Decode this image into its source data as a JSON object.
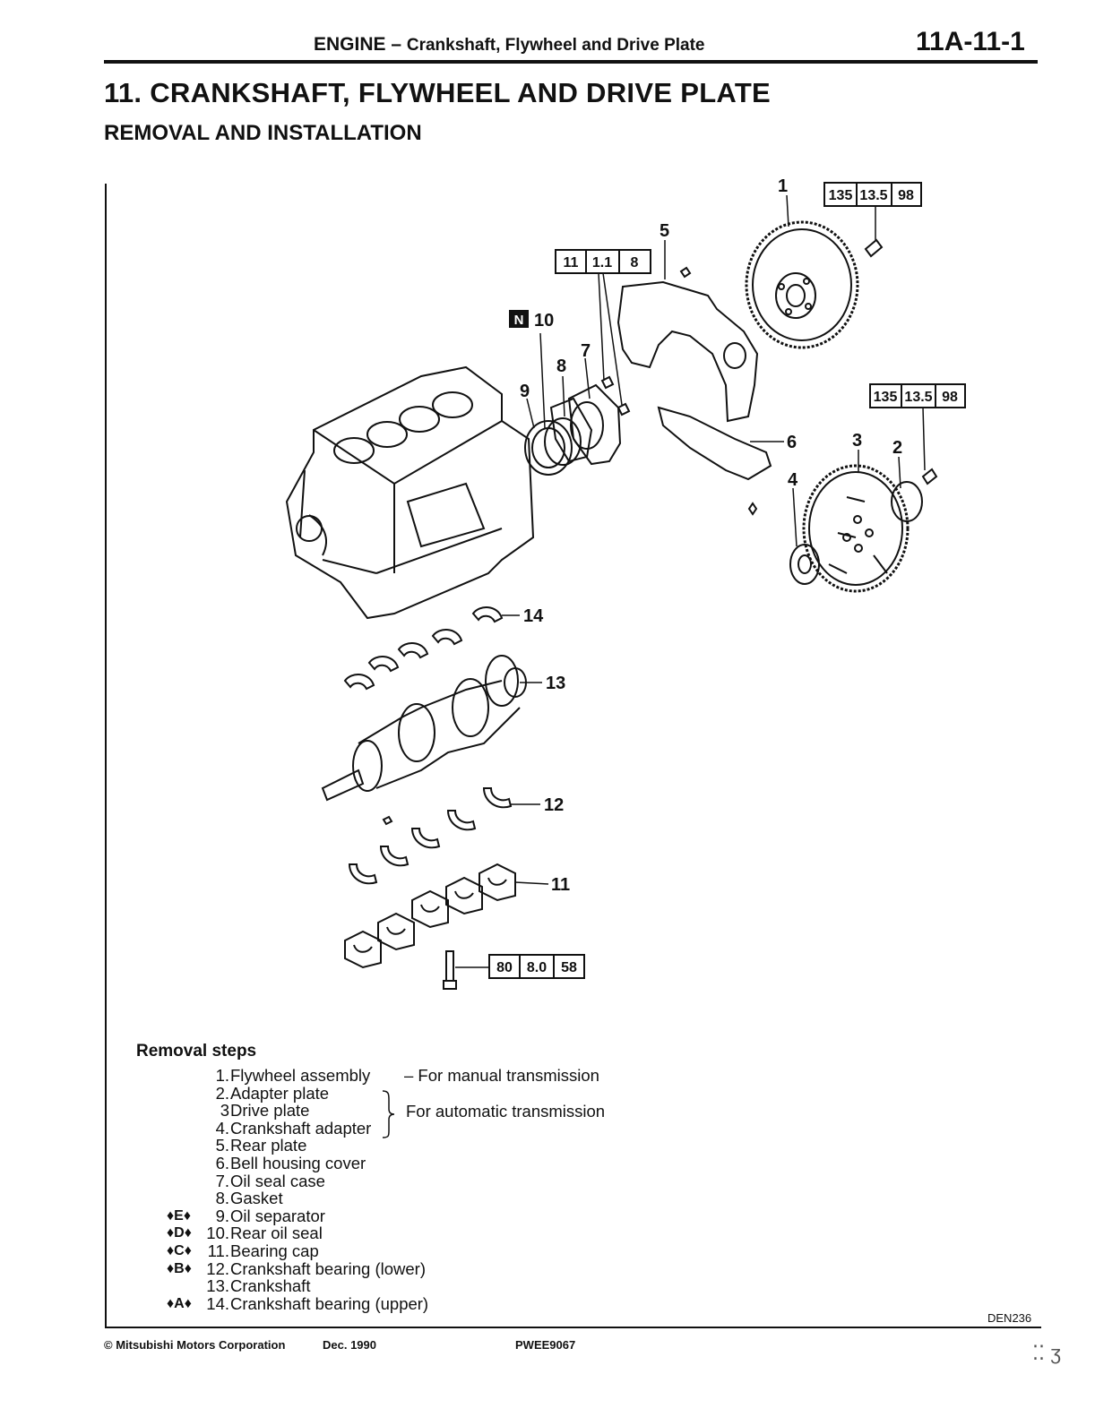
{
  "header": {
    "section": "ENGINE",
    "separator": " – ",
    "subject": "Crankshaft, Flywheel and Drive Plate",
    "page_number": "11A-11-1"
  },
  "title": "11. CRANKSHAFT, FLYWHEEL AND DRIVE PLATE",
  "subtitle": "REMOVAL AND INSTALLATION",
  "diagram": {
    "callouts": [
      "1",
      "2",
      "3",
      "4",
      "5",
      "6",
      "7",
      "8",
      "9",
      "10",
      "11",
      "12",
      "13",
      "14"
    ],
    "new_part_mark": "N",
    "torque_flywheel": [
      "135",
      "13.5",
      "98"
    ],
    "torque_drive_plate": [
      "135",
      "13.5",
      "98"
    ],
    "torque_oil_seal_case": [
      "11",
      "1.1",
      "8"
    ],
    "torque_bearing_cap": [
      "80",
      "8.0",
      "58"
    ]
  },
  "removal": {
    "heading": "Removal steps",
    "steps": [
      {
        "mark": "",
        "num": "1.",
        "text": "Flywheel assembly",
        "note": "–  For manual transmission"
      },
      {
        "mark": "",
        "num": "2.",
        "text": "Adapter plate",
        "note": ""
      },
      {
        "mark": "",
        "num": "3",
        "text": "Drive plate",
        "note": ""
      },
      {
        "mark": "",
        "num": "4.",
        "text": "Crankshaft adapter",
        "note": ""
      },
      {
        "mark": "",
        "num": "5.",
        "text": "Rear plate",
        "note": ""
      },
      {
        "mark": "",
        "num": "6.",
        "text": "Bell housing cover",
        "note": ""
      },
      {
        "mark": "",
        "num": "7.",
        "text": "Oil seal case",
        "note": ""
      },
      {
        "mark": "",
        "num": "8.",
        "text": "Gasket",
        "note": ""
      },
      {
        "mark": "♦E♦",
        "num": "9.",
        "text": "Oil separator",
        "note": ""
      },
      {
        "mark": "♦D♦",
        "num": "10.",
        "text": "Rear oil seal",
        "note": ""
      },
      {
        "mark": "♦C♦",
        "num": "11.",
        "text": "Bearing cap",
        "note": ""
      },
      {
        "mark": "♦B♦",
        "num": "12.",
        "text": "Crankshaft bearing (lower)",
        "note": ""
      },
      {
        "mark": "",
        "num": "13.",
        "text": "Crankshaft",
        "note": ""
      },
      {
        "mark": "♦A♦",
        "num": "14.",
        "text": "Crankshaft bearing (upper)",
        "note": ""
      }
    ],
    "automatic_note": "For automatic transmission"
  },
  "ref_code": "DEN236",
  "footer": {
    "copyright": "© Mitsubishi Motors Corporation",
    "date": "Dec. 1990",
    "code": "PWEE9067"
  }
}
